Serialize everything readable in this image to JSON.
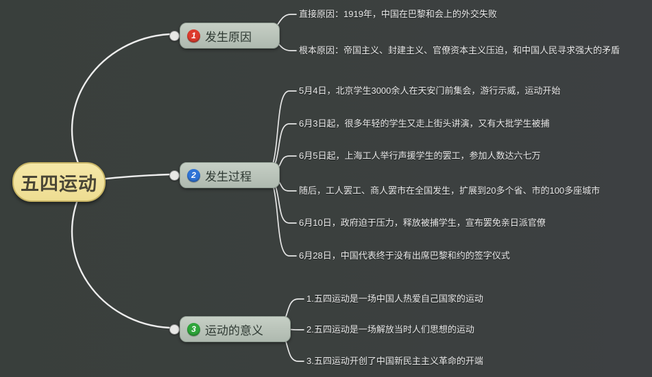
{
  "root": {
    "label": "五四运动"
  },
  "branches": [
    {
      "label": "发生原因",
      "badge": "1",
      "badge_color": "#dc3a2c",
      "children": [
        {
          "text": "直接原因：1919年，中国在巴黎和会上的外交失败"
        },
        {
          "text": "根本原因：帝国主义、封建主义、官僚资本主义压迫，和中国人民寻求强大的矛盾"
        }
      ]
    },
    {
      "label": "发生过程",
      "badge": "2",
      "badge_color": "#2e73d6",
      "children": [
        {
          "text": "5月4日，北京学生3000余人在天安门前集会，游行示威，运动开始"
        },
        {
          "text": "6月3日起，很多年轻的学生又走上街头讲演，又有大批学生被捕"
        },
        {
          "text": "6月5日起，上海工人举行声援学生的罢工，参加人数达六七万"
        },
        {
          "text": "随后，工人罢工、商人罢市在全国发生，扩展到20多个省、市的100多座城市"
        },
        {
          "text": "6月10日，政府迫于压力，释放被捕学生，宣布罢免亲日派官僚"
        },
        {
          "text": "6月28日，中国代表终于没有出席巴黎和约的签字仪式"
        }
      ]
    },
    {
      "label": "运动的意义",
      "badge": "3",
      "badge_color": "#2ea53a",
      "children": [
        {
          "text": "1.五四运动是一场中国人热爱自己国家的运动"
        },
        {
          "text": "2.五四运动是一场解放当时人们思想的运动"
        },
        {
          "text": "3.五四运动开创了中国新民主主义革命的开端"
        }
      ]
    }
  ],
  "colors": {
    "background": "#3b403e",
    "root_fill": "#f0e29b",
    "branch_fill": "#b8c3b9",
    "connector": "#ececec",
    "leaf_text": "#e9e9e9"
  }
}
